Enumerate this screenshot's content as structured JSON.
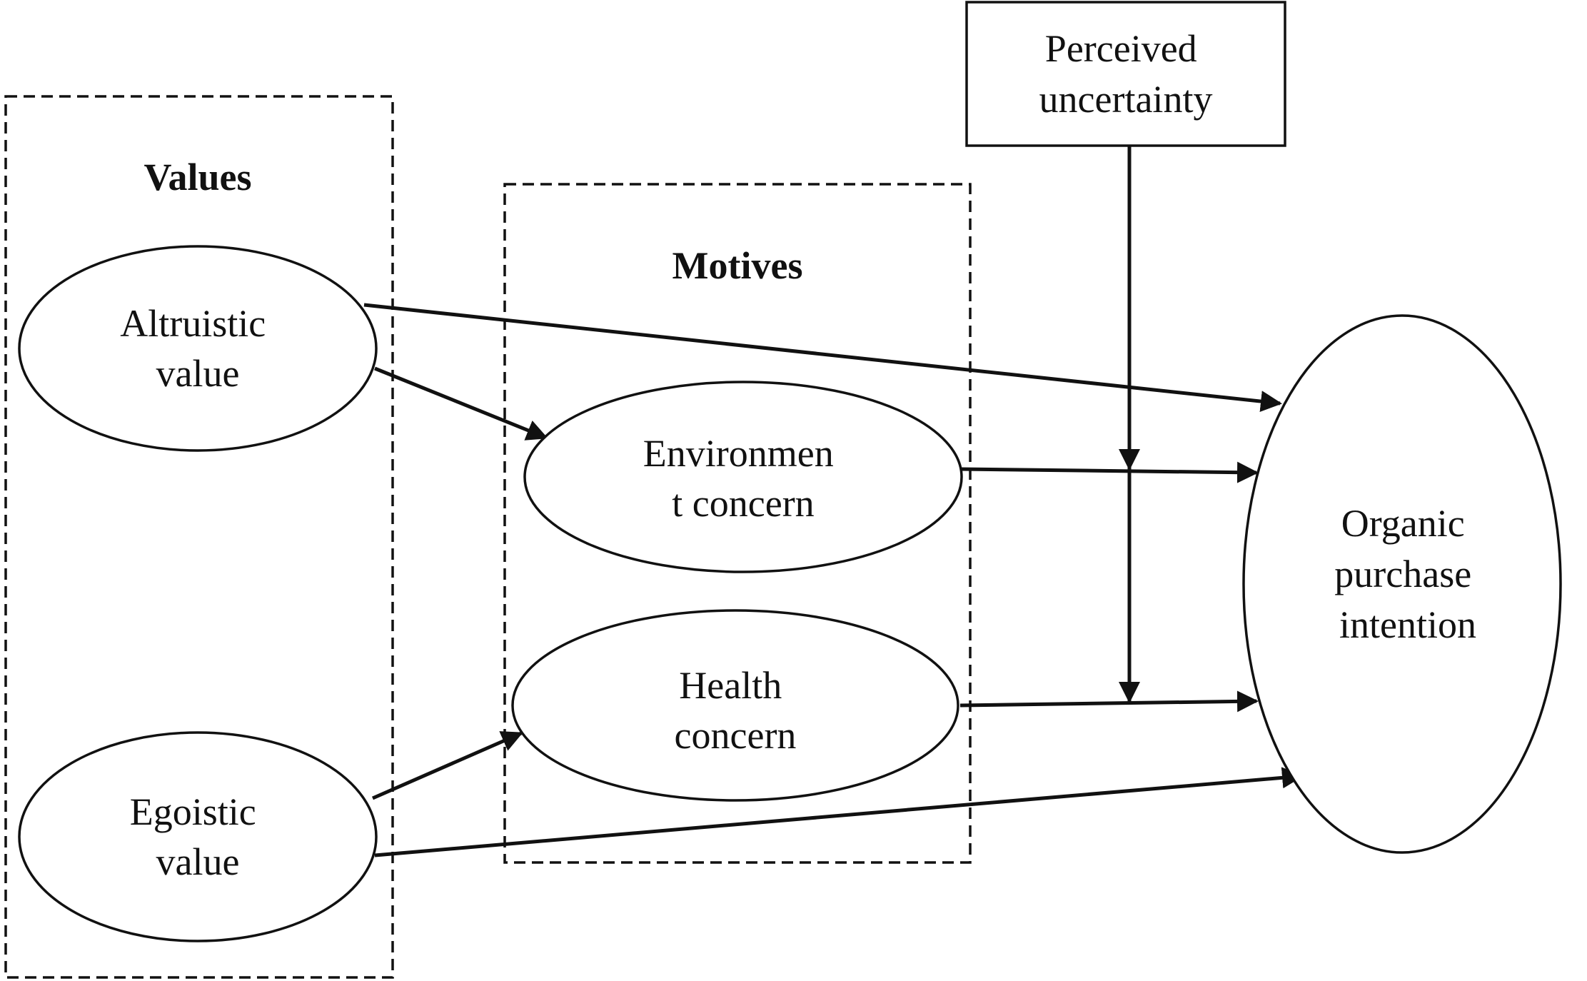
{
  "groups": {
    "values": {
      "label": "Values"
    },
    "motives": {
      "label": "Motives"
    }
  },
  "nodes": {
    "perceived_uncertainty": {
      "lines": [
        "Perceived",
        "uncertainty"
      ]
    },
    "altruistic_value": {
      "lines": [
        "Altruistic",
        "value"
      ]
    },
    "egoistic_value": {
      "lines": [
        "Egoistic",
        "value"
      ]
    },
    "environment_concern": {
      "lines": [
        "Environmen",
        "t concern"
      ]
    },
    "health_concern": {
      "lines": [
        "Health",
        "concern"
      ]
    },
    "organic_purchase_intention": {
      "lines": [
        "Organic",
        "purchase",
        "intention"
      ]
    }
  },
  "edges": [
    {
      "from": "altruistic_value",
      "to": "organic_purchase_intention"
    },
    {
      "from": "altruistic_value",
      "to": "environment_concern"
    },
    {
      "from": "environment_concern",
      "to": "organic_purchase_intention"
    },
    {
      "from": "health_concern",
      "to": "organic_purchase_intention"
    },
    {
      "from": "egoistic_value",
      "to": "health_concern"
    },
    {
      "from": "egoistic_value",
      "to": "organic_purchase_intention"
    },
    {
      "from": "perceived_uncertainty",
      "to": "environment_concern->organic_purchase_intention",
      "type": "moderation"
    },
    {
      "from": "perceived_uncertainty",
      "to": "health_concern->organic_purchase_intention",
      "type": "moderation"
    }
  ],
  "colors": {
    "stroke": "#111111",
    "background": "#ffffff"
  }
}
